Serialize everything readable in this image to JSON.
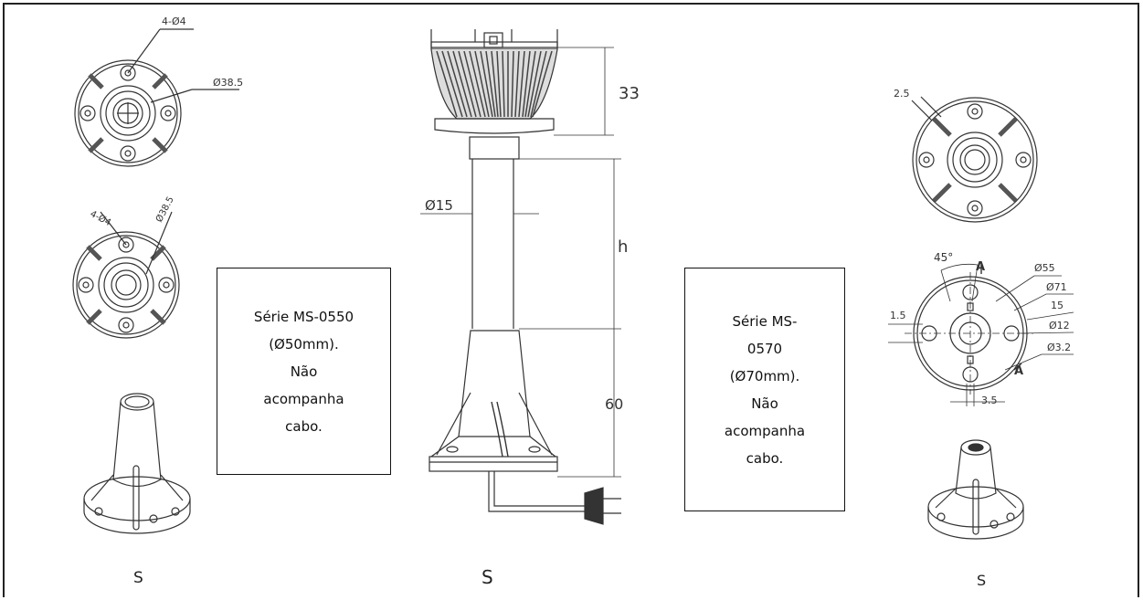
{
  "notes": {
    "left": {
      "lines": [
        "Série MS-0550",
        "(Ø50mm).",
        "Não",
        "acompanha",
        "cabo."
      ]
    },
    "right": {
      "lines": [
        "Série MS-",
        "0570",
        "(Ø70mm).",
        "Não",
        "acompanha",
        "cabo."
      ]
    }
  },
  "captions": {
    "left": "S",
    "center": "S",
    "right": "S"
  },
  "dimensions": {
    "top_holes": "4-Ø4",
    "top_diameter": "Ø38.5",
    "mid_holes": "4-Ø4",
    "mid_diameter": "Ø38.5",
    "head_height": "33",
    "pole_diameter": "Ø15",
    "pole_height": "h",
    "base_height": "60",
    "right_slot": "2.5",
    "angle": "45°",
    "section_a_top": "A",
    "section_a_bottom": "A",
    "d55": "Ø55",
    "d71": "Ø71",
    "d15": "15",
    "d12": "Ø12",
    "d32": "Ø3.2",
    "d15_left": "1.5",
    "d35": "3.5"
  },
  "colors": {
    "line": "#333333",
    "frame": "#222222",
    "fins": "#555555"
  }
}
